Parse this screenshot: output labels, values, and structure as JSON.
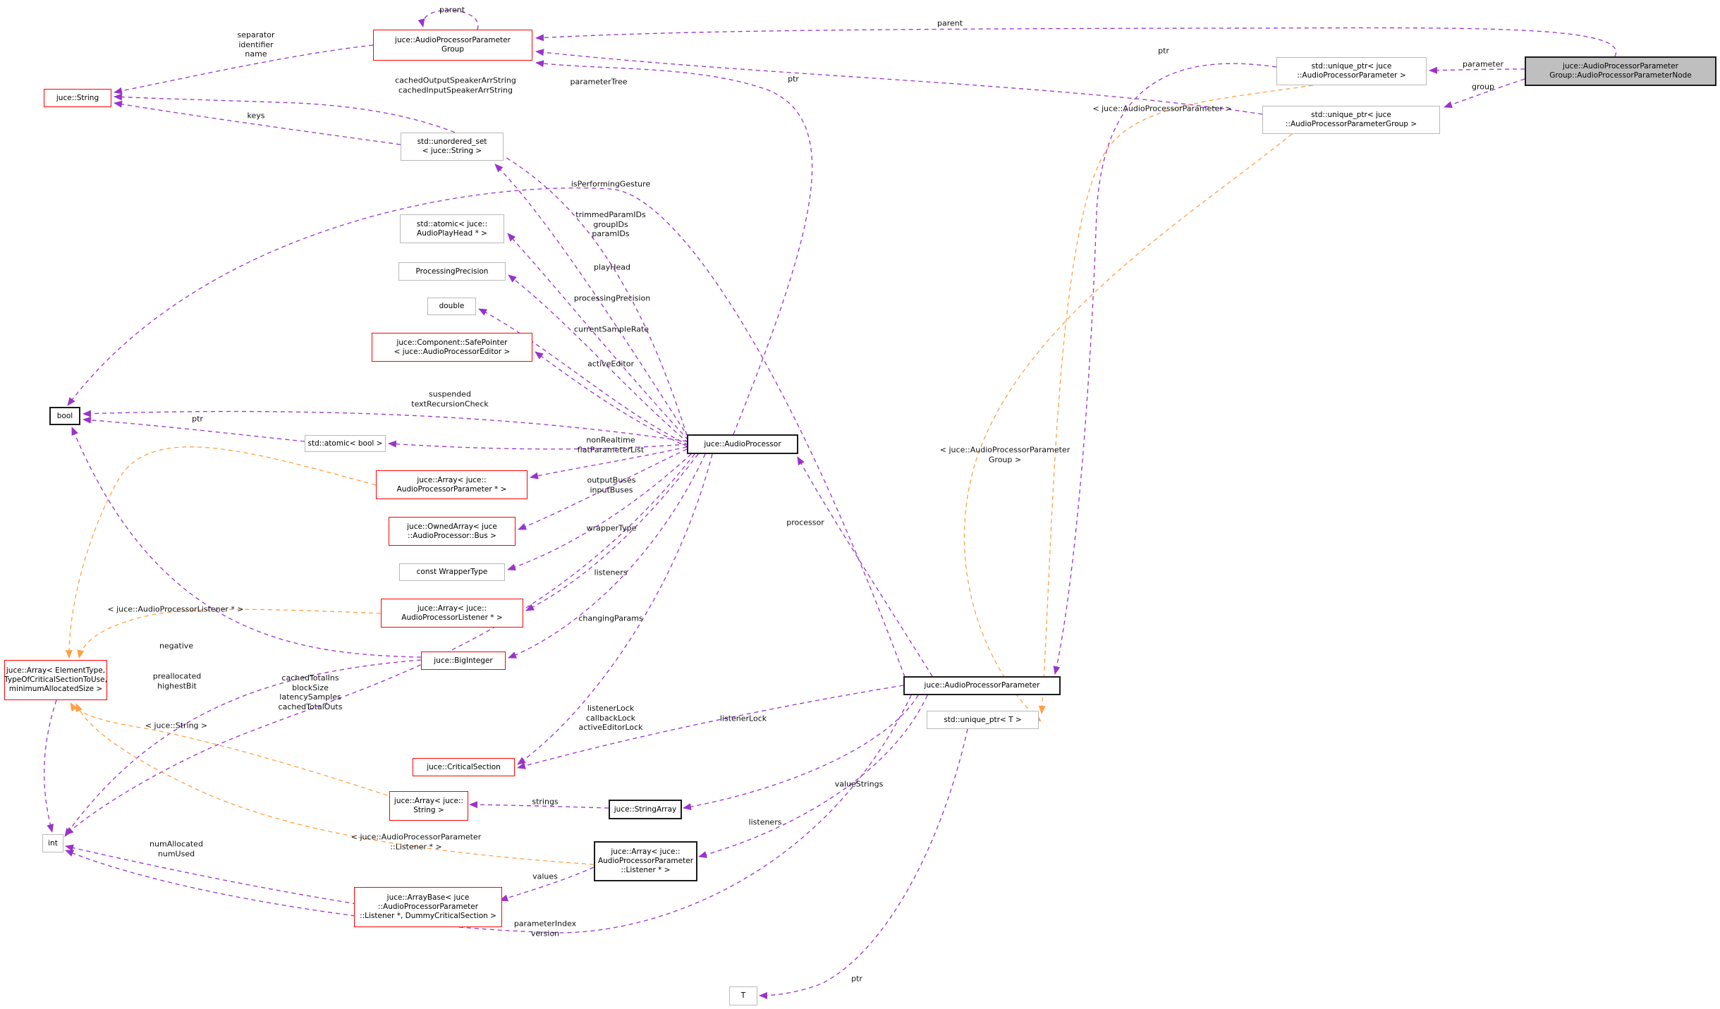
{
  "colors": {
    "usage_edge": "#9a32cd",
    "template_edge": "#ffa042",
    "node_border_red": "#ff0000",
    "node_border_gray": "#b9b9b9",
    "node_border_black": "#1a1a1a",
    "target_fill": "#bfbfbf",
    "background": "#ffffff"
  },
  "nodes": {
    "group_box": {
      "label": "juce::AudioProcessorParameter\nGroup"
    },
    "target": {
      "label": "juce::AudioProcessorParameter\nGroup::AudioProcessorParameterNode"
    },
    "uptr_param": {
      "label": "std::unique_ptr< juce\n::AudioProcessorParameter >"
    },
    "uptr_group": {
      "label": "std::unique_ptr< juce\n::AudioProcessorParameterGroup >"
    },
    "jstring": {
      "label": "juce::String"
    },
    "uset": {
      "label": "std::unordered_set\n< juce::String >"
    },
    "atomic_playhead": {
      "label": "std::atomic< juce::\nAudioPlayHead * >"
    },
    "processing_precision": {
      "label": "ProcessingPrecision"
    },
    "double_box": {
      "label": "double"
    },
    "safe_pointer": {
      "label": "juce::Component::SafePointer\n< juce::AudioProcessorEditor >"
    },
    "bool_box": {
      "label": "bool"
    },
    "atomic_bool": {
      "label": "std::atomic< bool >"
    },
    "audio_processor": {
      "label": "juce::AudioProcessor"
    },
    "array_param_ptr": {
      "label": "juce::Array< juce::\nAudioProcessorParameter * >"
    },
    "owned_array_bus": {
      "label": "juce::OwnedArray< juce\n::AudioProcessor::Bus >"
    },
    "const_wrapper": {
      "label": "const WrapperType"
    },
    "array_listener": {
      "label": "juce::Array< juce::\nAudioProcessorListener * >"
    },
    "big_integer": {
      "label": "juce::BigInteger"
    },
    "array_element_type": {
      "label": "juce::Array< ElementType,\nTypeOfCriticalSectionToUse,\nminimumAllocatedSize >"
    },
    "critical_section": {
      "label": "juce::CriticalSection"
    },
    "array_string": {
      "label": "juce::Array< juce::\nString >"
    },
    "int_box": {
      "label": "int"
    },
    "array_base": {
      "label": "juce::ArrayBase< juce\n::AudioProcessorParameter\n::Listener *, DummyCriticalSection >"
    },
    "string_array": {
      "label": "juce::StringArray"
    },
    "array_param_listener": {
      "label": "juce::Array< juce::\nAudioProcessorParameter\n::Listener * >"
    },
    "audio_processor_parameter": {
      "label": "juce::AudioProcessorParameter"
    },
    "uptr_t": {
      "label": "std::unique_ptr< T >"
    },
    "t_box": {
      "label": "T"
    }
  },
  "edge_labels": {
    "parent_top": "parent",
    "parent_right": "parent",
    "separator": "separator\nidentifier\nname",
    "cached_speaker": "cachedOutputSpeakerArrString\ncachedInputSpeakerArrString",
    "parameter_tree": "parameterTree",
    "ptr_top": "ptr",
    "ptr_mid": "ptr",
    "keys": "keys",
    "tmpl_param": "< juce::AudioProcessorParameter >",
    "is_performing": "isPerformingGesture",
    "trimmed": "trimmedParamIDs\ngroupIDs\nparamIDs",
    "play_head": "playHead",
    "processing_precision": "processingPrecision",
    "current_sample_rate": "currentSampleRate",
    "active_editor": "activeEditor",
    "suspended": "suspended\ntextRecursionCheck",
    "ptr_bool": "ptr",
    "non_realtime": "nonRealtime\nflatParameterList",
    "output_buses": "outputBuses\ninputBuses",
    "wrapper_type": "wrapperType",
    "listeners_ap": "listeners",
    "changing_params": "changingParams",
    "tmpl_listener": "< juce::AudioProcessorListener * >",
    "negative": "negative",
    "preallocated": "preallocated\nhighestBit",
    "cached_totals": "cachedTotalIns\nblockSize\nlatencySamples\ncachedTotalOuts",
    "tmpl_string": "< juce::String >",
    "locks": "listenerLock\ncallbackLock\nactiveEditorLock",
    "listener_lock": "listenerLock",
    "processor": "processor",
    "tmpl_group": "< juce::AudioProcessorParameter\nGroup >",
    "value_strings": "valueStrings",
    "strings": "strings",
    "listeners_app": "listeners",
    "tmpl_ap_listener": "< juce::AudioProcessorParameter\n::Listener * >",
    "values": "values",
    "num_allocated": "numAllocated\nnumUsed",
    "parameter_index": "parameterIndex\nversion",
    "ptr_bottom": "ptr",
    "parameter": "parameter",
    "group": "group"
  }
}
